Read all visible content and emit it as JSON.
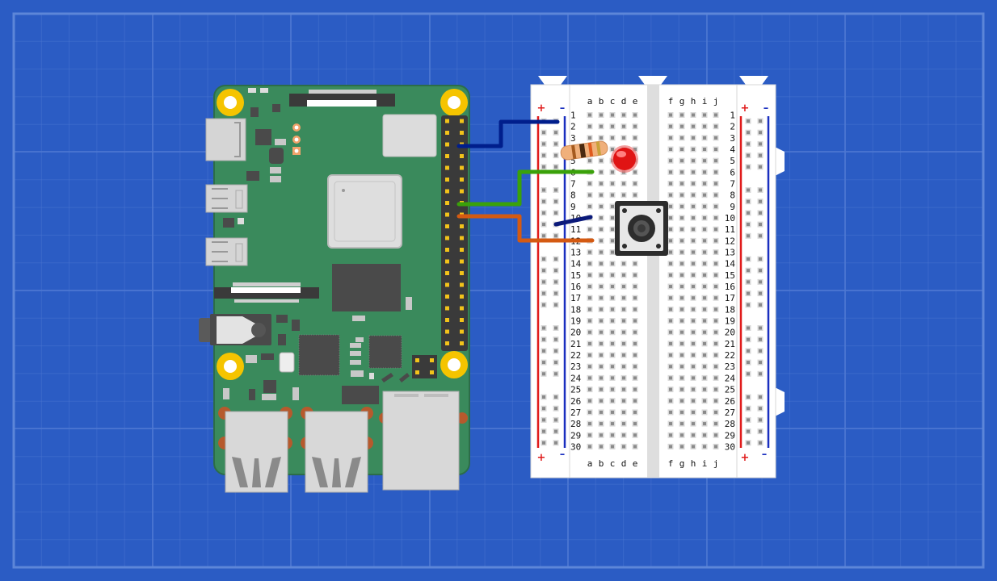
{
  "breadboard": {
    "columns_left": [
      "a",
      "b",
      "c",
      "d",
      "e"
    ],
    "columns_right": [
      "f",
      "g",
      "h",
      "i",
      "j"
    ],
    "row_count": 30,
    "rail_plus": "+",
    "rail_minus": "–"
  },
  "components": {
    "raspberry_pi": "raspberry-pi-board",
    "led": "red-led",
    "resistor": "resistor",
    "button": "push-button"
  },
  "wires": [
    {
      "name": "blue-wire",
      "color": "#001e8c"
    },
    {
      "name": "green-wire",
      "color": "#3aa10a"
    },
    {
      "name": "orange-wire",
      "color": "#d45a12"
    },
    {
      "name": "navy-wire",
      "color": "#0b1a7a"
    }
  ],
  "colors": {
    "background": "#2b5cc4",
    "grid_line": "#4d78d2",
    "pcb": "#3a8a5c",
    "pcb_outline": "#2c6d48",
    "mount_hole": "#f5c400",
    "rail_red": "#e01b1b",
    "rail_blue": "#1a2fbf",
    "breadboard": "#ffffff",
    "header_pin": "#f2c31a"
  }
}
